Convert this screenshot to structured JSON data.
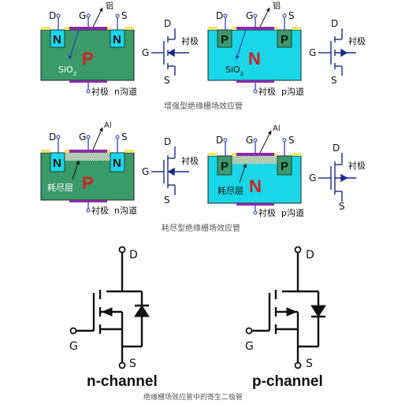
{
  "section1": {
    "caption": "增强型绝缘栅场效应管",
    "n": {
      "pin_d": "D",
      "pin_g": "G",
      "pin_s": "S",
      "metal": "铝",
      "doping_drain": "N",
      "doping_source": "N",
      "substrate": "P",
      "oxide": "SiO",
      "oxide_subscript": "2",
      "body": "衬极",
      "channel": "n沟道"
    },
    "n_symbol": {
      "g": "G",
      "d": "D",
      "s": "S",
      "body": "衬极"
    },
    "p": {
      "pin_d": "D",
      "pin_g": "G",
      "pin_s": "S",
      "metal": "铝",
      "doping_drain": "P",
      "doping_source": "P",
      "substrate": "N",
      "oxide": "SiO",
      "oxide_subscript": "2",
      "body": "衬极",
      "channel": "p沟道"
    },
    "p_symbol": {
      "g": "G",
      "d": "D",
      "s": "S",
      "body": "衬极"
    }
  },
  "section2": {
    "caption": "耗尽型绝缘栅场效应管",
    "n": {
      "pin_d": "D",
      "pin_g": "G",
      "pin_s": "S",
      "metal": "Al",
      "doping_drain": "N",
      "doping_source": "N",
      "substrate": "P",
      "depletion": "耗尽层",
      "body": "衬极",
      "channel": "n沟道"
    },
    "n_symbol": {
      "g": "G",
      "d": "D",
      "s": "S",
      "body": "衬极"
    },
    "p": {
      "pin_d": "D",
      "pin_g": "G",
      "pin_s": "S",
      "metal": "Al",
      "doping_drain": "P",
      "doping_source": "P",
      "substrate": "N",
      "depletion": "耗尽层",
      "body": "衬极",
      "channel": "p沟道"
    },
    "p_symbol": {
      "g": "G",
      "d": "D",
      "s": "S",
      "body": "衬极"
    }
  },
  "section3": {
    "caption": "绝缘栅场效应管中的寄生二极管",
    "n": {
      "d": "D",
      "g": "G",
      "s": "S",
      "label": "n-channel"
    },
    "p": {
      "d": "D",
      "g": "G",
      "s": "S",
      "label": "p-channel"
    }
  },
  "colors": {
    "p_substrate": "#3a9a6a",
    "n_substrate": "#19d6e8",
    "doped_n_region": "#19d6e8",
    "doped_p_region": "#3a9a6a",
    "oxide": "#f2e46a",
    "gate_metal": "#8a2aa8",
    "wire_blue": "#2233aa",
    "symbol_blue": "#1a2a8a",
    "caption": "#555555"
  }
}
